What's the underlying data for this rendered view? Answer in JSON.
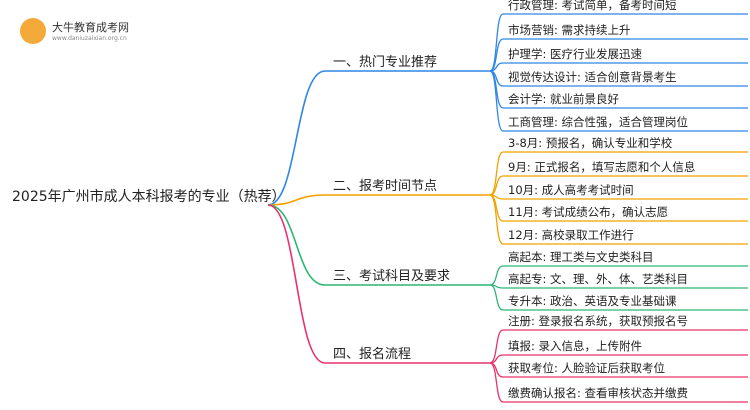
{
  "brand": {
    "name": "大牛教育成考网",
    "url": "www.daniuzaixian.org.cn",
    "accent": "#f4a93b"
  },
  "root": "2025年广州市成人本科报考的专业（热荐）",
  "branches": [
    {
      "title": "一、热门专业推荐",
      "color": "#2f86e6",
      "items": [
        "行政管理: 考试简单，备考时间短",
        "市场营销: 需求持续上升",
        "护理学: 医疗行业发展迅速",
        "视觉传达设计: 适合创意背景考生",
        "会计学: 就业前景良好",
        "工商管理: 综合性强，适合管理岗位"
      ]
    },
    {
      "title": "二、报考时间节点",
      "color": "#f2a200",
      "items": [
        "3-8月: 预报名，确认专业和学校",
        "9月: 正式报名，填写志愿和个人信息",
        "10月: 成人高考考试时间",
        "11月: 考试成绩公布，确认志愿",
        "12月: 高校录取工作进行"
      ]
    },
    {
      "title": "三、考试科目及要求",
      "color": "#2bb673",
      "items": [
        "高起本: 理工类与文史类科目",
        "高起专: 文、理、外、体、艺类科目",
        "专升本: 政治、英语及专业基础课"
      ]
    },
    {
      "title": "四、报名流程",
      "color": "#e8336b",
      "items": [
        "注册: 登录报名系统，获取预报名号",
        "填报: 录入信息，上传附件",
        "获取考位: 人脸验证后获取考位",
        "缴费确认报名: 查看审核状态并缴费"
      ]
    }
  ]
}
